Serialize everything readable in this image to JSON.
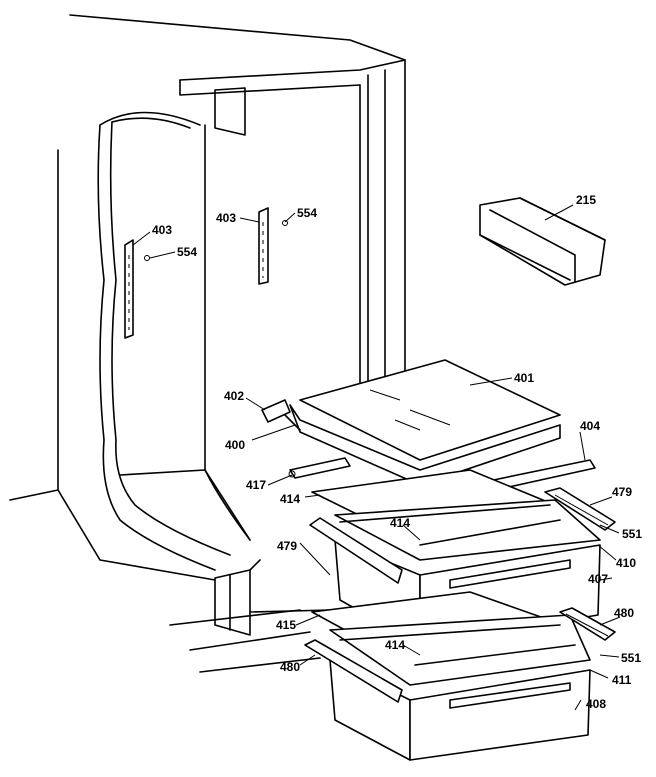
{
  "diagram": {
    "labels": {
      "l401": "401",
      "l402": "402",
      "l400": "400",
      "l403a": "403",
      "l554a": "554",
      "l403b": "403",
      "l554b": "554",
      "l215": "215",
      "l404": "404",
      "l417": "417",
      "l414a": "414",
      "l414b": "414",
      "l414c": "414",
      "l479a": "479",
      "l479b": "479",
      "l551a": "551",
      "l551b": "551",
      "l410": "410",
      "l407": "407",
      "l415": "415",
      "l480a": "480",
      "l480b": "480",
      "l411": "411",
      "l408": "408"
    }
  }
}
